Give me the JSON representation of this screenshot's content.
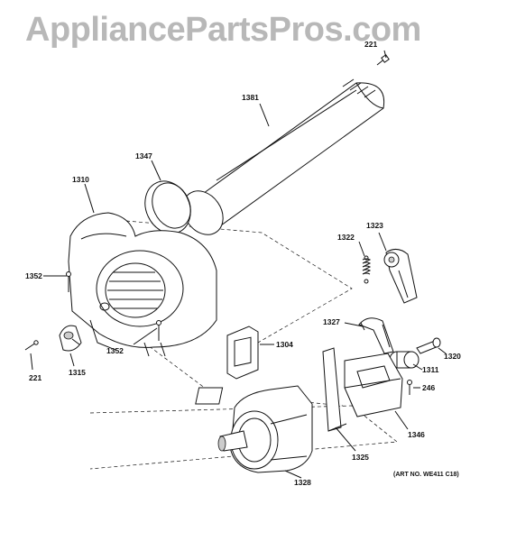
{
  "watermark": "AppliancePartsPros.com",
  "art_number": "(ART NO. WE411 C18)",
  "callouts": {
    "c221_top": "221",
    "c1381": "1381",
    "c1347": "1347",
    "c1310": "1310",
    "c1323": "1323",
    "c1322": "1322",
    "c1352_left": "1352",
    "c1352_bottom": "1352",
    "c1327": "1327",
    "c1304": "1304",
    "c221_left": "221",
    "c1315": "1315",
    "c1320": "1320",
    "c1311": "1311",
    "c246": "246",
    "c1346": "1346",
    "c1325": "1325",
    "c1328": "1328"
  },
  "parts": [
    {
      "number": "221",
      "name": "screw-221"
    },
    {
      "number": "1381",
      "name": "exhaust-duct-1381"
    },
    {
      "number": "1347",
      "name": "duct-ring-1347"
    },
    {
      "number": "1310",
      "name": "blower-housing-1310"
    },
    {
      "number": "1323",
      "name": "idler-arm-1323"
    },
    {
      "number": "1322",
      "name": "spring-1322"
    },
    {
      "number": "1352",
      "name": "screw-1352"
    },
    {
      "number": "1327",
      "name": "clip-1327"
    },
    {
      "number": "1304",
      "name": "pad-1304"
    },
    {
      "number": "1315",
      "name": "blower-wheel-1315"
    },
    {
      "number": "1320",
      "name": "shaft-1320"
    },
    {
      "number": "1311",
      "name": "pulley-1311"
    },
    {
      "number": "246",
      "name": "screw-246"
    },
    {
      "number": "1346",
      "name": "bracket-1346"
    },
    {
      "number": "1325",
      "name": "motor-mount-1325"
    },
    {
      "number": "1328",
      "name": "motor-1328"
    }
  ]
}
